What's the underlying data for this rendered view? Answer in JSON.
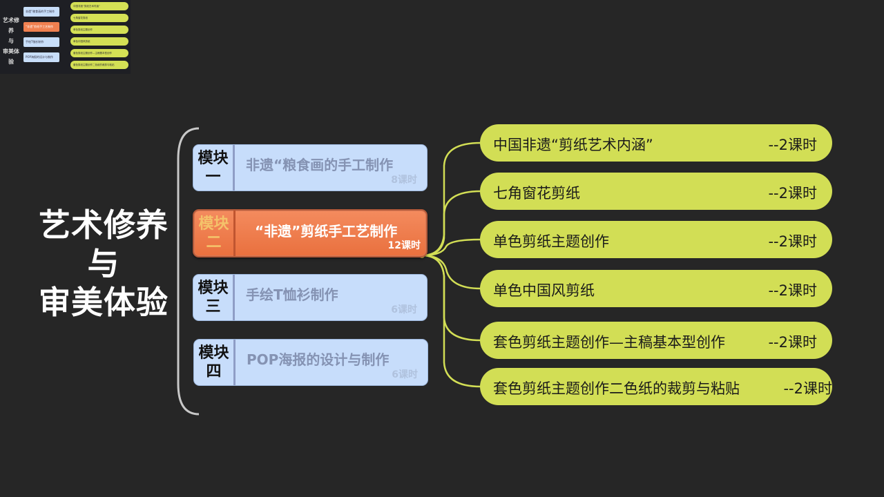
{
  "title_lines": [
    "艺术修养",
    "与",
    "审美体验"
  ],
  "modules": [
    {
      "label_top": "模块",
      "label_bottom": "一",
      "name": "非遗“粮食画的手工制作",
      "hours": "8课时",
      "active": false
    },
    {
      "label_top": "模块",
      "label_bottom": "二",
      "name": "“非遗”剪纸手工艺制作",
      "hours": "12课时",
      "active": true
    },
    {
      "label_top": "模块",
      "label_bottom": "三",
      "name": "手绘T恤衫制作",
      "hours": "6课时",
      "active": false
    },
    {
      "label_top": "模块",
      "label_bottom": "四",
      "name": "POP海报的设计与制作",
      "hours": "6课时",
      "active": false
    }
  ],
  "lessons": [
    {
      "name": "中国非遗“剪纸艺术内涵”",
      "hours": "--2课时"
    },
    {
      "name": "七角窗花剪纸",
      "hours": "--2课时"
    },
    {
      "name": "单色剪纸主题创作",
      "hours": "--2课时"
    },
    {
      "name": "单色中国风剪纸",
      "hours": "--2课时"
    },
    {
      "name": "套色剪纸主题创作—主稿基本型创作",
      "hours": "--2课时"
    },
    {
      "name": "套色剪纸主题创作二色纸的裁剪与粘贴",
      "hours": "--2课时"
    }
  ],
  "colors": {
    "background": "#262626",
    "module_bg": "#c7ddfb",
    "module_active": "#ef7c4c",
    "lesson_bg": "#d2de55",
    "connector": "#d2de55",
    "bracket": "#c8c8c8"
  }
}
